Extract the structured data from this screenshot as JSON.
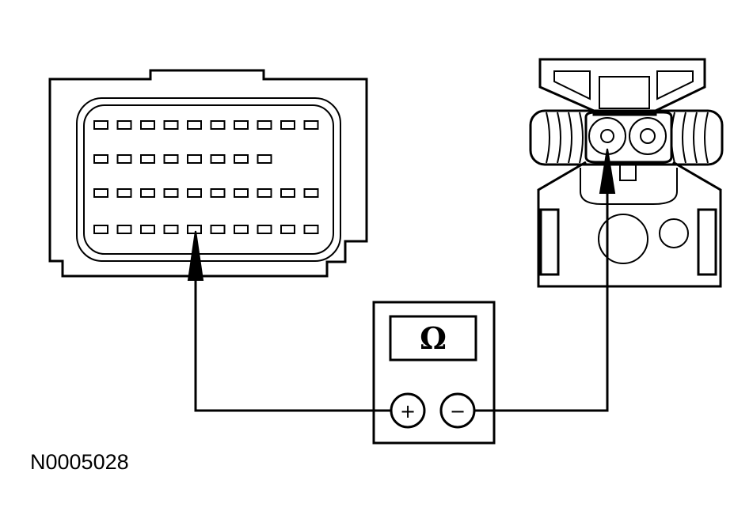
{
  "figure": {
    "reference_id": "N0005028"
  },
  "meter": {
    "unit_symbol": "Ω",
    "positive_terminal_label": "+",
    "negative_terminal_label": "−"
  },
  "connector_pin_rows": [
    10,
    8,
    10,
    10
  ],
  "colors": {
    "line": "#000000",
    "background": "#ffffff"
  }
}
